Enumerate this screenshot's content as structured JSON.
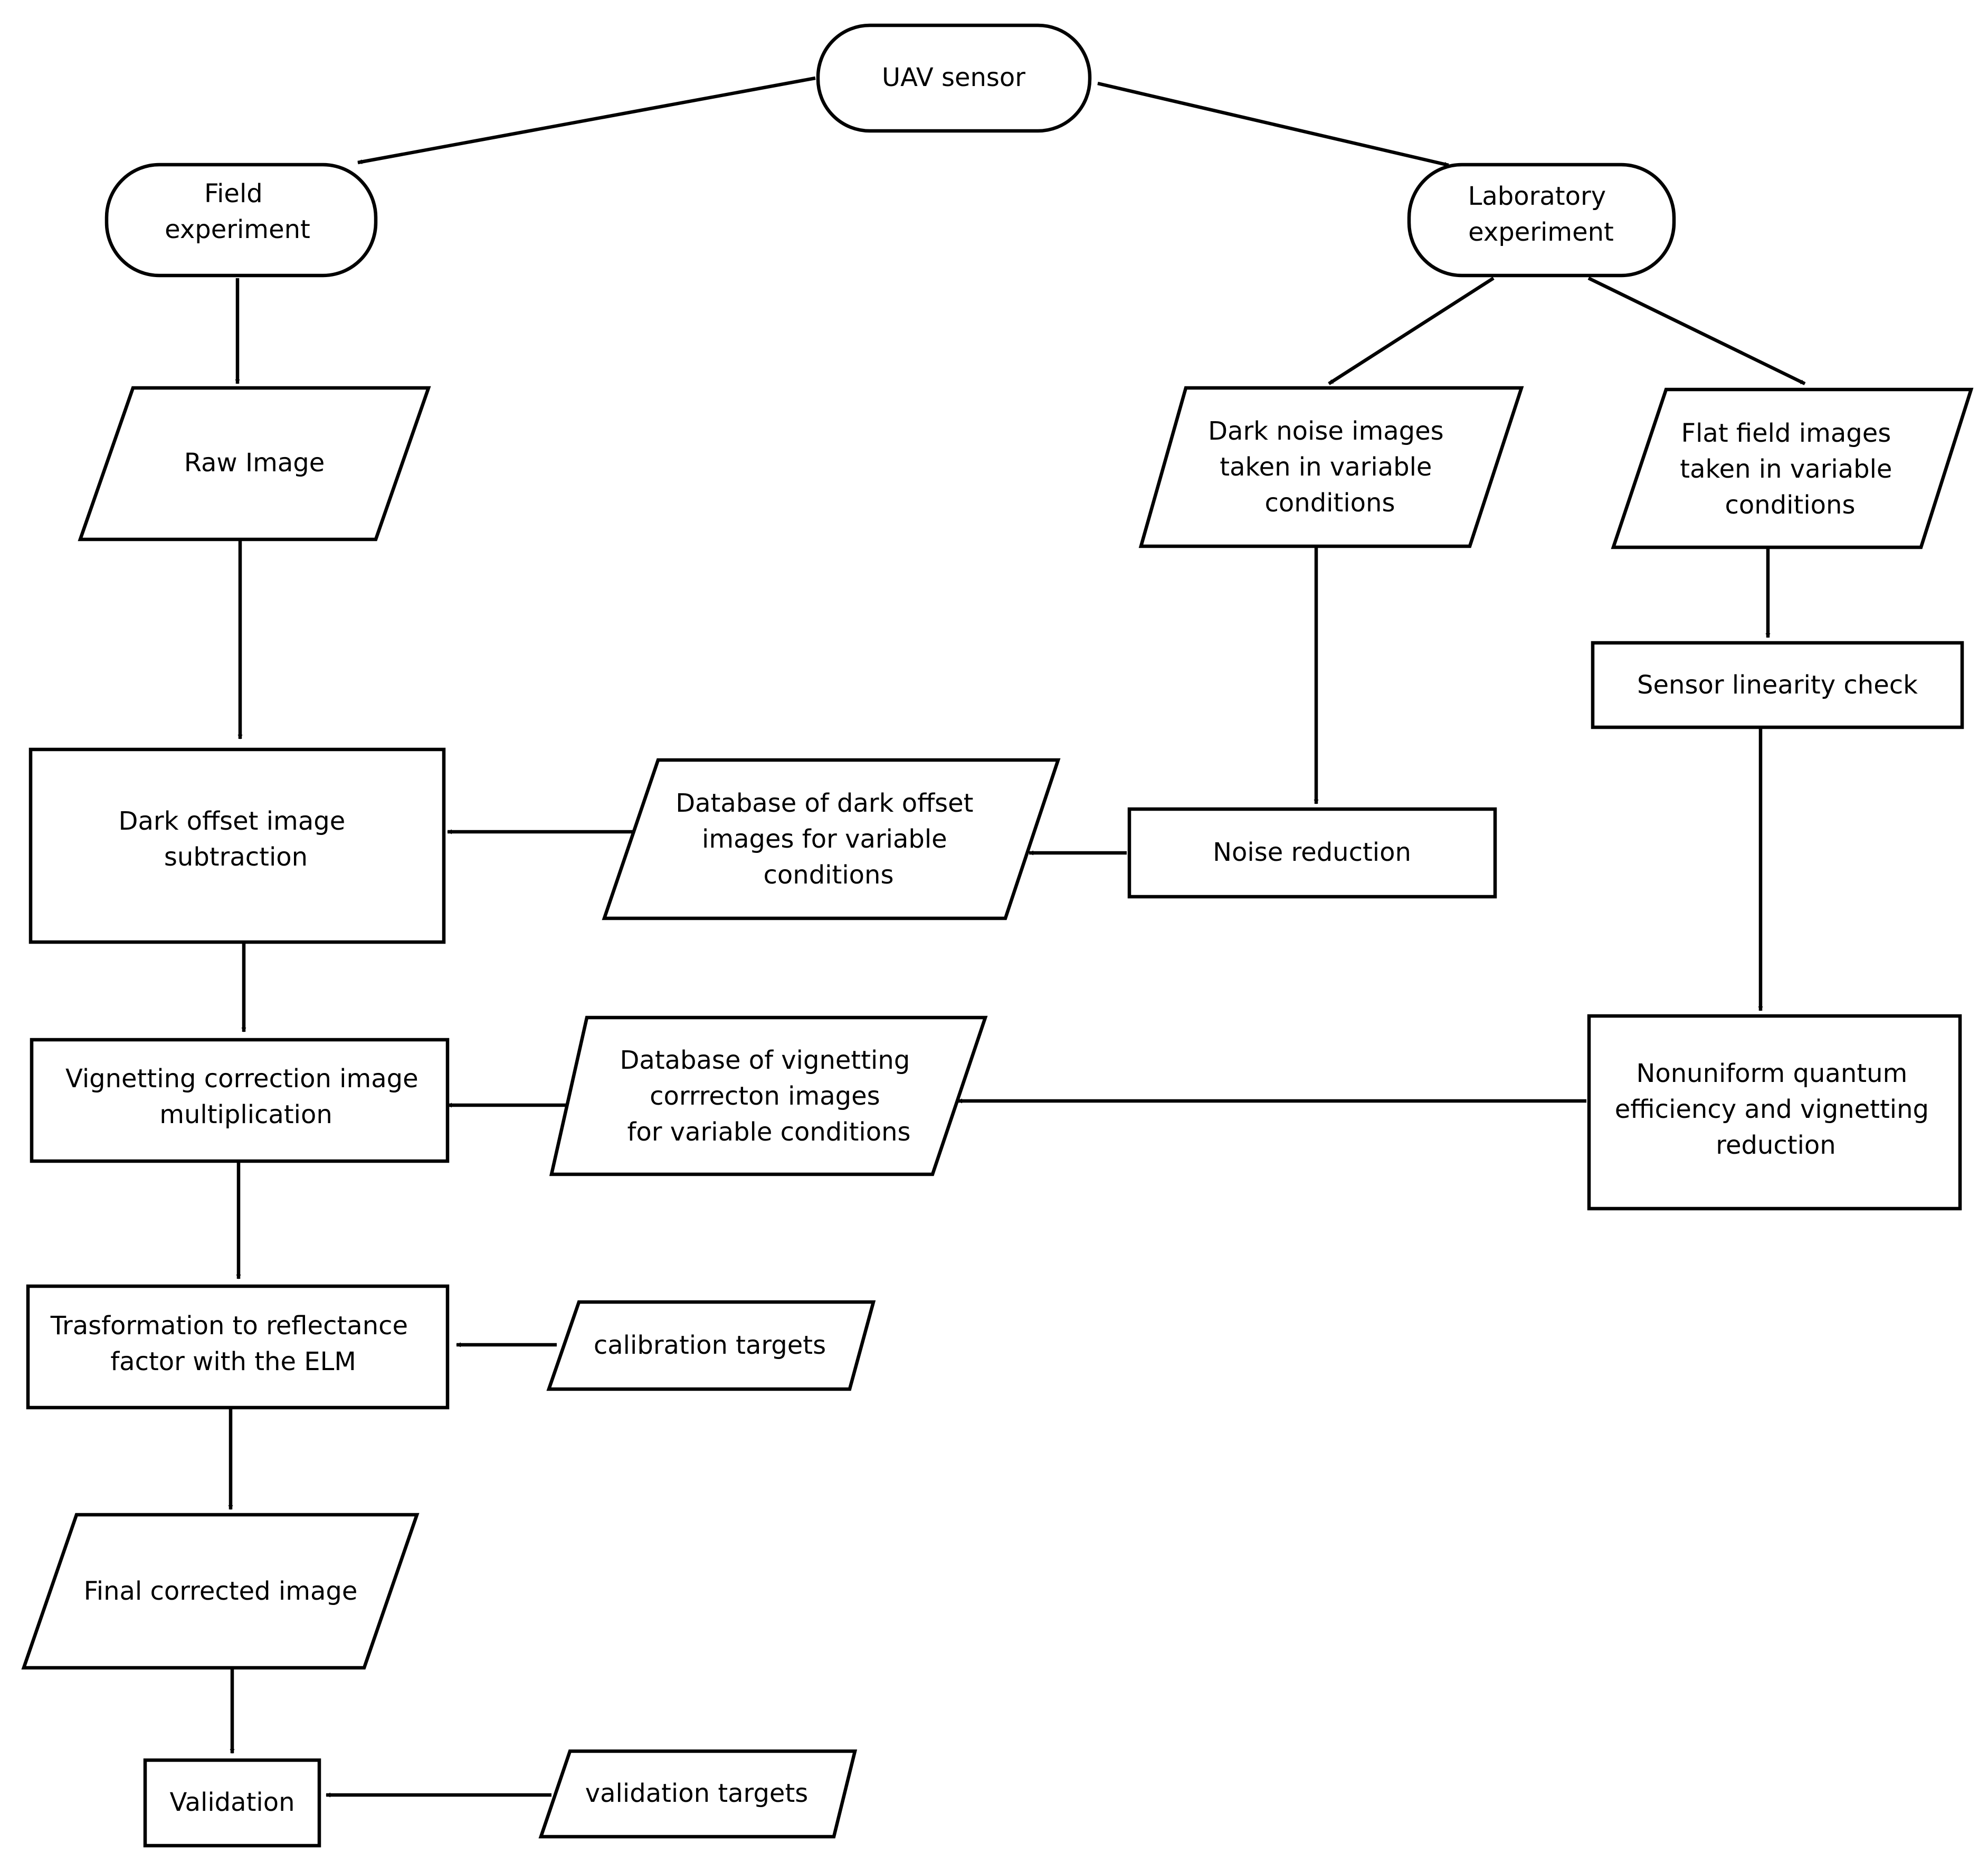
{
  "colors": {
    "stroke": "#000000",
    "background": "#ffffff",
    "text": "#000000"
  },
  "nodes": {
    "uav_sensor": {
      "shape": "terminal",
      "lines": [
        "UAV sensor"
      ]
    },
    "field_experiment": {
      "shape": "terminal",
      "lines": [
        "Field",
        "experiment"
      ]
    },
    "laboratory_experiment": {
      "shape": "terminal",
      "lines": [
        "Laboratory",
        "experiment"
      ]
    },
    "raw_image": {
      "shape": "data",
      "lines": [
        "Raw Image"
      ]
    },
    "dark_noise_images": {
      "shape": "data",
      "lines": [
        "Dark noise images",
        "taken in variable",
        "conditions"
      ]
    },
    "flat_field_images": {
      "shape": "data",
      "lines": [
        "Flat field images",
        "taken in variable",
        "conditions"
      ]
    },
    "sensor_linearity_check": {
      "shape": "process",
      "lines": [
        "Sensor linearity check"
      ]
    },
    "dark_offset_subtraction": {
      "shape": "process",
      "lines": [
        "Dark offset image",
        "subtraction"
      ]
    },
    "dark_offset_database": {
      "shape": "data",
      "lines": [
        "Database of dark offset",
        "images for variable",
        "conditions"
      ]
    },
    "noise_reduction": {
      "shape": "process",
      "lines": [
        "Noise reduction"
      ]
    },
    "vignetting_multiplication": {
      "shape": "process",
      "lines": [
        "Vignetting correction image",
        "multiplication"
      ]
    },
    "vignetting_database": {
      "shape": "data",
      "lines": [
        "Database of vignetting",
        "corrrecton images",
        "for variable conditions"
      ]
    },
    "nonuniform_qe_reduction": {
      "shape": "process",
      "lines": [
        "Nonuniform quantum",
        "efficiency and vignetting",
        "reduction"
      ]
    },
    "reflectance_transformation": {
      "shape": "process",
      "lines": [
        "Trasformation to reflectance",
        "factor with the ELM"
      ]
    },
    "calibration_targets": {
      "shape": "data",
      "lines": [
        "calibration targets"
      ]
    },
    "final_corrected_image": {
      "shape": "data",
      "lines": [
        "Final corrected image"
      ]
    },
    "validation": {
      "shape": "process",
      "lines": [
        "Validation"
      ]
    },
    "validation_targets": {
      "shape": "data",
      "lines": [
        "validation targets"
      ]
    }
  },
  "edges": [
    {
      "from": "uav_sensor",
      "to": "field_experiment"
    },
    {
      "from": "uav_sensor",
      "to": "laboratory_experiment"
    },
    {
      "from": "field_experiment",
      "to": "raw_image"
    },
    {
      "from": "laboratory_experiment",
      "to": "dark_noise_images"
    },
    {
      "from": "laboratory_experiment",
      "to": "flat_field_images"
    },
    {
      "from": "raw_image",
      "to": "dark_offset_subtraction"
    },
    {
      "from": "dark_noise_images",
      "to": "noise_reduction"
    },
    {
      "from": "flat_field_images",
      "to": "sensor_linearity_check"
    },
    {
      "from": "noise_reduction",
      "to": "dark_offset_database"
    },
    {
      "from": "dark_offset_database",
      "to": "dark_offset_subtraction"
    },
    {
      "from": "sensor_linearity_check",
      "to": "nonuniform_qe_reduction"
    },
    {
      "from": "nonuniform_qe_reduction",
      "to": "vignetting_database"
    },
    {
      "from": "vignetting_database",
      "to": "vignetting_multiplication"
    },
    {
      "from": "dark_offset_subtraction",
      "to": "vignetting_multiplication"
    },
    {
      "from": "vignetting_multiplication",
      "to": "reflectance_transformation"
    },
    {
      "from": "calibration_targets",
      "to": "reflectance_transformation"
    },
    {
      "from": "reflectance_transformation",
      "to": "final_corrected_image"
    },
    {
      "from": "final_corrected_image",
      "to": "validation"
    },
    {
      "from": "validation_targets",
      "to": "validation"
    }
  ]
}
